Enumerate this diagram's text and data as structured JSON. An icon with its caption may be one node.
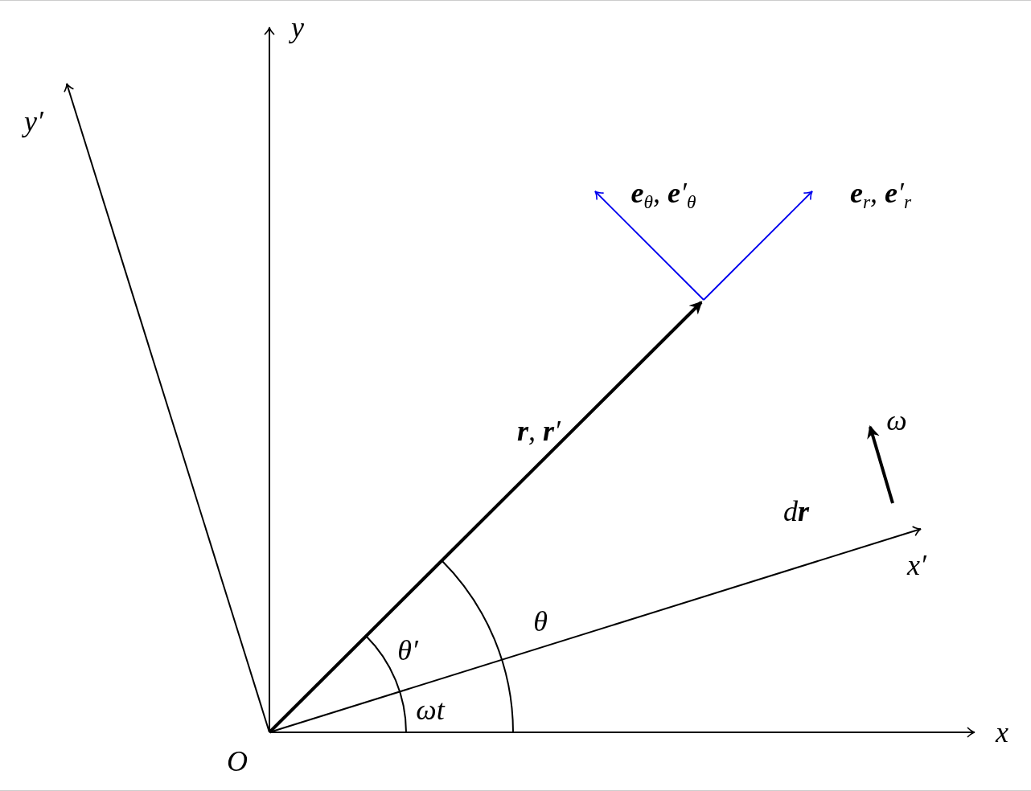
{
  "diagram": {
    "labels": [
      "y",
      "y′",
      "**e**$_{θ}$, **e**′$_{θ}$",
      "**e**$_{r}$, **e**′$_{r}$",
      "**r**, **r**′",
      "ω",
      "d**r**",
      "x′",
      "θ",
      "θ′",
      "ωt",
      "x",
      "O"
    ]
  }
}
